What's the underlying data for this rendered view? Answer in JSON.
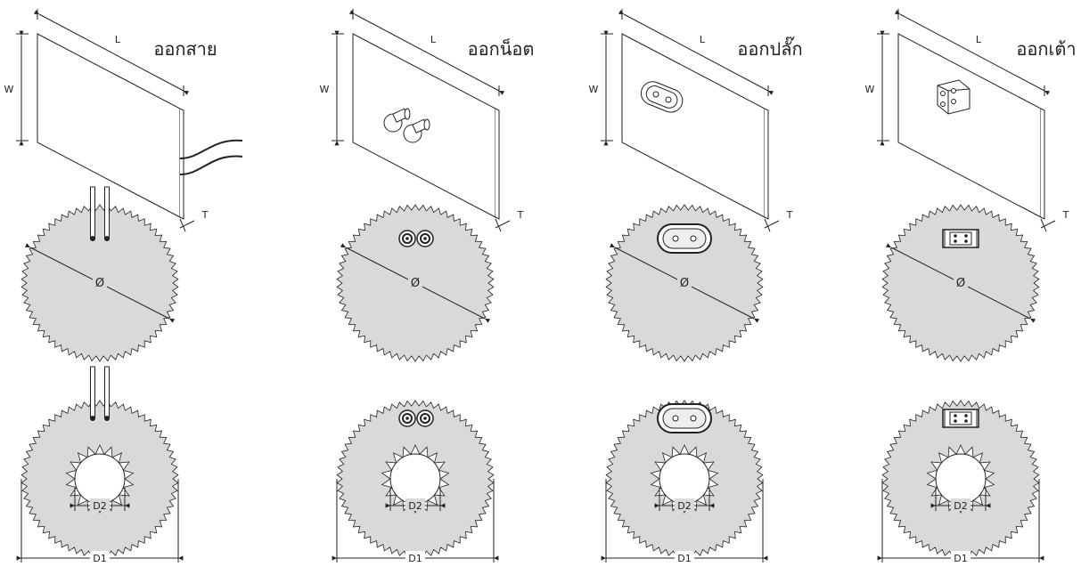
{
  "variants": [
    {
      "title": "ออกสาย",
      "terminal": "wire-leads"
    },
    {
      "title": "ออกน็อต",
      "terminal": "stud-bolts"
    },
    {
      "title": "ออกปลั๊ก",
      "terminal": "plug"
    },
    {
      "title": "ออกเต้า",
      "terminal": "socket"
    }
  ],
  "labels": {
    "length": "L",
    "width": "W",
    "thickness": "T",
    "diameter": "Ø",
    "outer_diameter": "D1",
    "inner_diameter": "D2"
  },
  "colors": {
    "disc_fill": "#d9d9d9",
    "line": "#222222",
    "background": "#ffffff"
  }
}
